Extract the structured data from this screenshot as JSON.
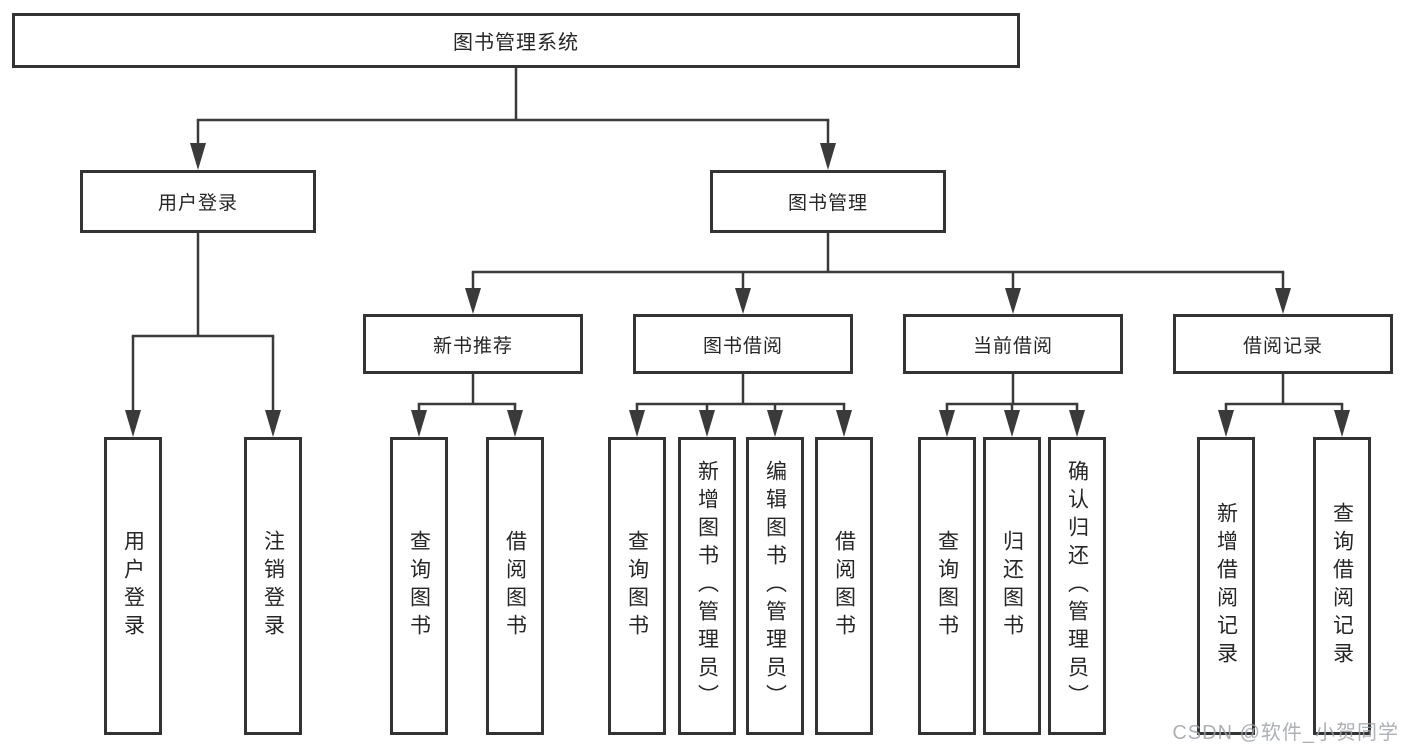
{
  "nodes": {
    "root": "图书管理系统",
    "user_login": "用户登录",
    "book_management": "图书管理",
    "new_book_recommend": "新书推荐",
    "book_borrowing": "图书借阅",
    "current_borrowing": "当前借阅",
    "borrowing_records": "借阅记录",
    "leaves": {
      "user_login": "用户登录",
      "logout": "注销登录",
      "query_books_1": "查询图书",
      "borrow_books_1": "借阅图书",
      "query_books_2": "查询图书",
      "add_book_admin": "新增图书（管理员）",
      "edit_book_admin": "编辑图书（管理员）",
      "borrow_books_2": "借阅图书",
      "query_books_3": "查询图书",
      "return_books": "归还图书",
      "confirm_return_admin": "确认归还（管理员）",
      "add_borrow_record": "新增借阅记录",
      "query_borrow_record": "查询借阅记录"
    }
  },
  "watermark": "CSDN @软件_小贺同学",
  "colors": {
    "line": "#3a3a3a",
    "box_border": "#333333",
    "text": "#262626",
    "watermark": "#9ea3a9",
    "background": "#ffffff"
  }
}
